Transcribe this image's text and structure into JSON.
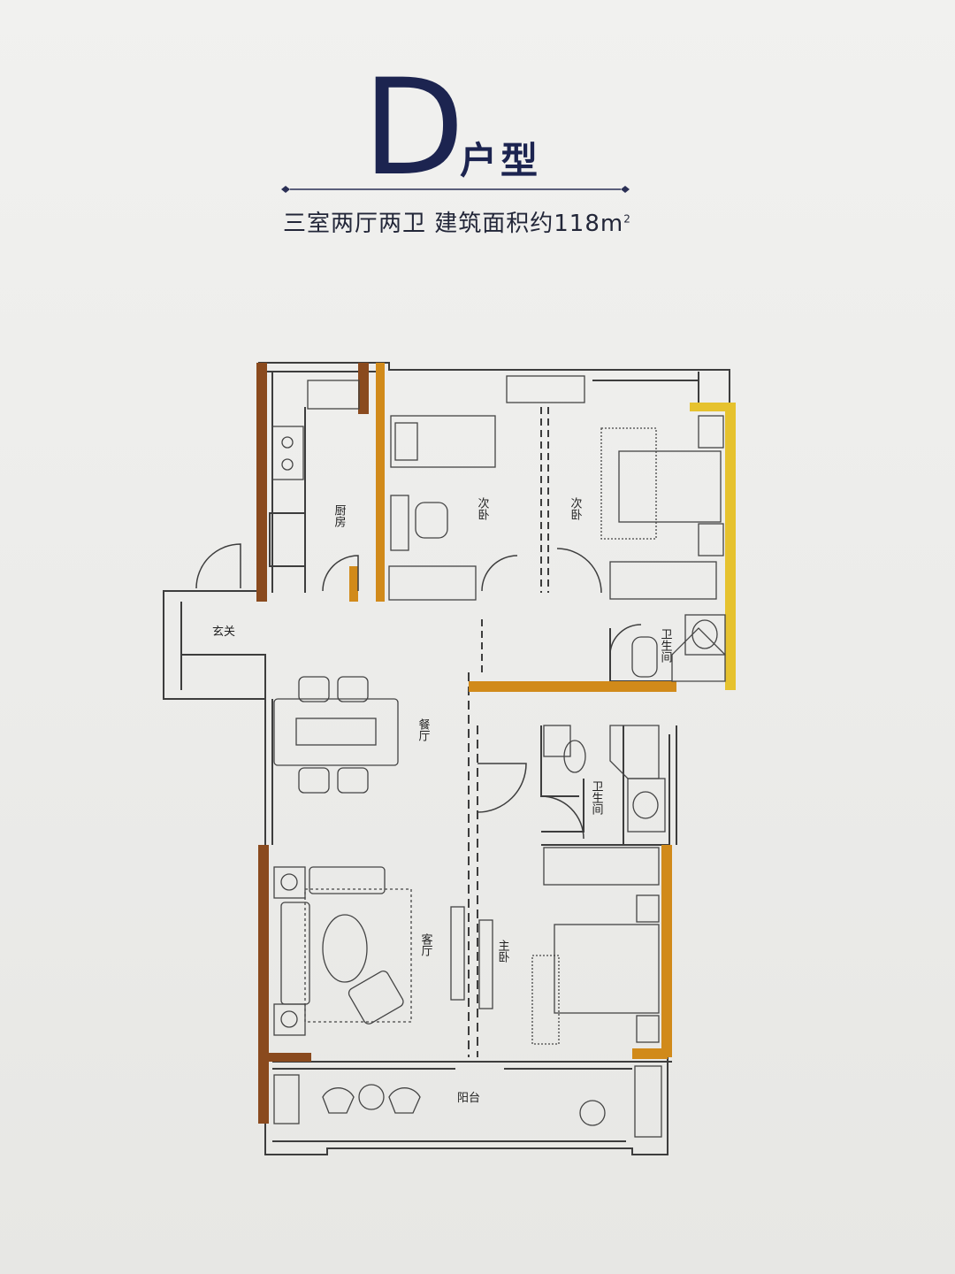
{
  "heading": {
    "letter": "D",
    "type_word": "户型",
    "subtitle_main": "三室两厅两卫  建筑面积约118m",
    "subtitle_sup": "2"
  },
  "rooms": {
    "kitchen": "厨房",
    "bedroom2a": "次卧",
    "bedroom2b": "次卧",
    "entrance": "玄关",
    "bath1": "卫生间",
    "dining": "餐厅",
    "bath2": "卫生间",
    "living": "客厅",
    "master": "主卧",
    "balcony": "阳台"
  },
  "colors": {
    "wall": "#3a3a3a",
    "brown_wall": "#8a4a1e",
    "orange_wall": "#d18a1a",
    "gold_wall": "#e6c22e",
    "title": "#1c2450"
  }
}
